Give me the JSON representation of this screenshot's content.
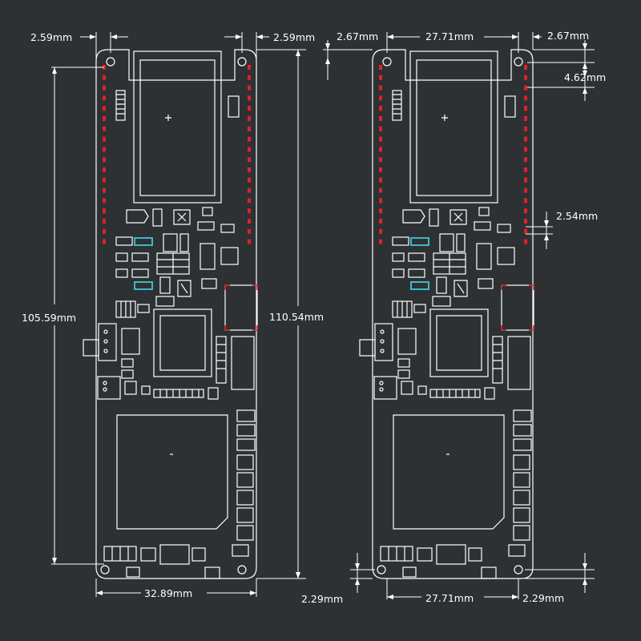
{
  "colors": {
    "background": "#2d3134",
    "outline": "#ffffff",
    "pin": "#e0202a",
    "accent_cyan": "#3ec9d6",
    "usb_corner": "#d2232a"
  },
  "left_board": {
    "dim_top_left": "2.59mm",
    "dim_top_right": "2.59mm",
    "dim_height_inner": "105.59mm",
    "dim_height_outer": "110.54mm",
    "dim_width": "32.89mm"
  },
  "right_board": {
    "dim_top_left_hole": "2.67mm",
    "dim_top_hole_spacing": "27.71mm",
    "dim_top_right_hole": "2.67mm",
    "dim_hole_to_header": "4.62mm",
    "dim_pin_pitch": "2.54mm",
    "dim_bottom_left_hole": "2.29mm",
    "dim_bottom_hole_spacing": "27.71mm",
    "dim_bottom_right_hole": "2.29mm"
  }
}
